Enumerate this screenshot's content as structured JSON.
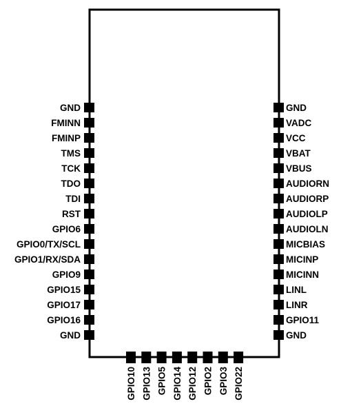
{
  "module": {
    "left_pins": [
      "GND",
      "FMINN",
      "FMINP",
      "TMS",
      "TCK",
      "TDO",
      "TDI",
      "RST",
      "GPIO6",
      "GPIO0/TX/SCL",
      "GPIO1/RX/SDA",
      "GPIO9",
      "GPIO15",
      "GPIO17",
      "GPIO16",
      "GND"
    ],
    "right_pins": [
      "GND",
      "VADC",
      "VCC",
      "VBAT",
      "VBUS",
      "AUDIORN",
      "AUDIORP",
      "AUDIOLP",
      "AUDIOLN",
      "MICBIAS",
      "MICINP",
      "MICINN",
      "LINL",
      "LINR",
      "GPIO11",
      "GND"
    ],
    "bottom_pins": [
      "GPIO10",
      "GPIO13",
      "GPIO5",
      "GPIO14",
      "GPIO12",
      "GPIO2",
      "GPIO3",
      "GPIO22"
    ]
  },
  "colors": {
    "ink": "#000000",
    "background": "#ffffff"
  }
}
